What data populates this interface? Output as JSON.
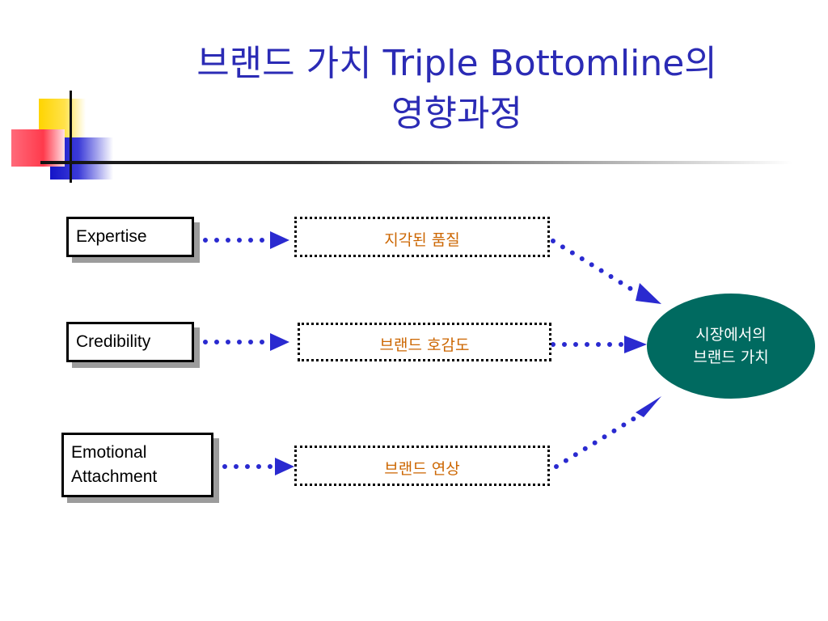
{
  "title": {
    "line1": "브랜드 가치 Triple Bottomline의",
    "line2": "영향과정"
  },
  "sources": {
    "expertise": "Expertise",
    "credibility": "Credibility",
    "emotional_line1": "Emotional",
    "emotional_line2": "Attachment"
  },
  "mediators": {
    "quality": "지각된 품질",
    "preference": "브랜드 호감도",
    "association": "브랜드 연상"
  },
  "outcome": {
    "line1": "시장에서의",
    "line2": "브랜드 가치"
  },
  "colors": {
    "title": "#2b2bb5",
    "mediator_text": "#cc6600",
    "arrow": "#2a2ad0",
    "outcome_fill": "#006a60"
  }
}
